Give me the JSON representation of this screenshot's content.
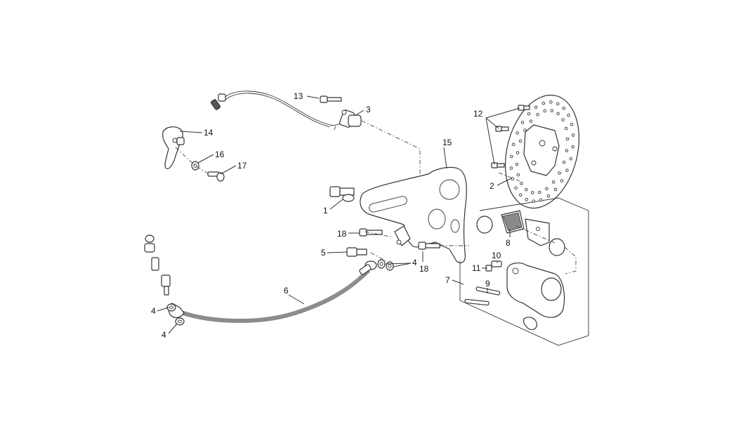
{
  "callouts": {
    "c1": "1",
    "c2": "2",
    "c3": "3",
    "c4a": "4",
    "c4b": "4",
    "c4c": "4",
    "c5": "5",
    "c6": "6",
    "c7": "7",
    "c8": "8",
    "c9": "9",
    "c10": "10",
    "c11": "11",
    "c12": "12",
    "c13": "13",
    "c14": "14",
    "c15": "15",
    "c16": "16",
    "c17": "17",
    "c18a": "18",
    "c18b": "18"
  }
}
